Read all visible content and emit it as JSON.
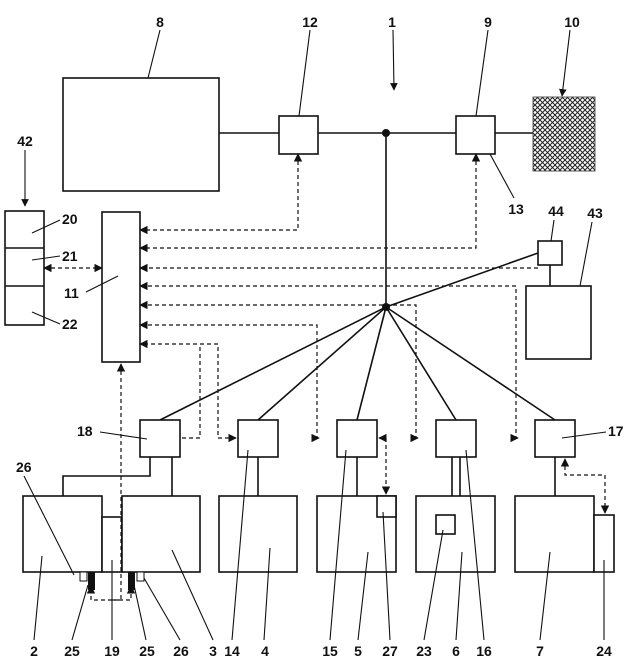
{
  "labels": {
    "n1": "1",
    "n2": "2",
    "n3": "3",
    "n4": "4",
    "n5": "5",
    "n6": "6",
    "n7": "7",
    "n8": "8",
    "n9": "9",
    "n10": "10",
    "n11": "11",
    "n12": "12",
    "n13": "13",
    "n14": "14",
    "n15": "15",
    "n16": "16",
    "n17": "17",
    "n18": "18",
    "n19": "19",
    "n20": "20",
    "n21": "21",
    "n22": "22",
    "n23": "23",
    "n24": "24",
    "n25a": "25",
    "n25b": "25",
    "n26a": "26",
    "n26b": "26",
    "n27": "27",
    "n42": "42",
    "n43": "43",
    "n44": "44"
  }
}
